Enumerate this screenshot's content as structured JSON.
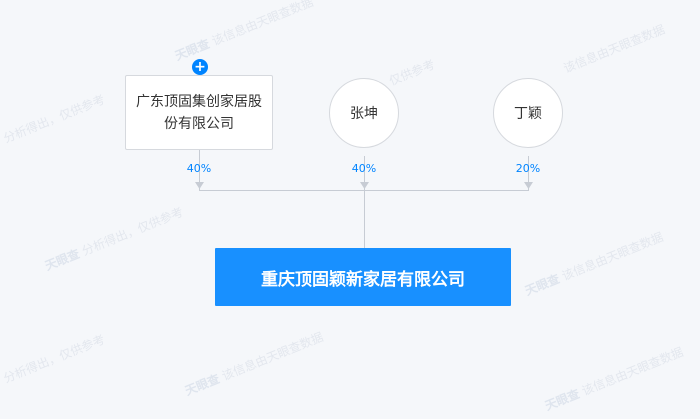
{
  "watermark": {
    "logo": "天眼查",
    "line_a": "该信息由天眼查数据",
    "line_b": "分析得出，仅供参考"
  },
  "shareholders": [
    {
      "name": "广东顶固集创家居股份有限公司",
      "percent": "40%",
      "shape": "box",
      "expandable": true
    },
    {
      "name": "张坤",
      "percent": "40%",
      "shape": "circle"
    },
    {
      "name": "丁颖",
      "percent": "20%",
      "shape": "circle"
    }
  ],
  "target_company": "重庆顶固颖新家居有限公司",
  "colors": {
    "accent": "#1890ff",
    "percent": "#0084ff",
    "line": "#c7ccd4"
  }
}
